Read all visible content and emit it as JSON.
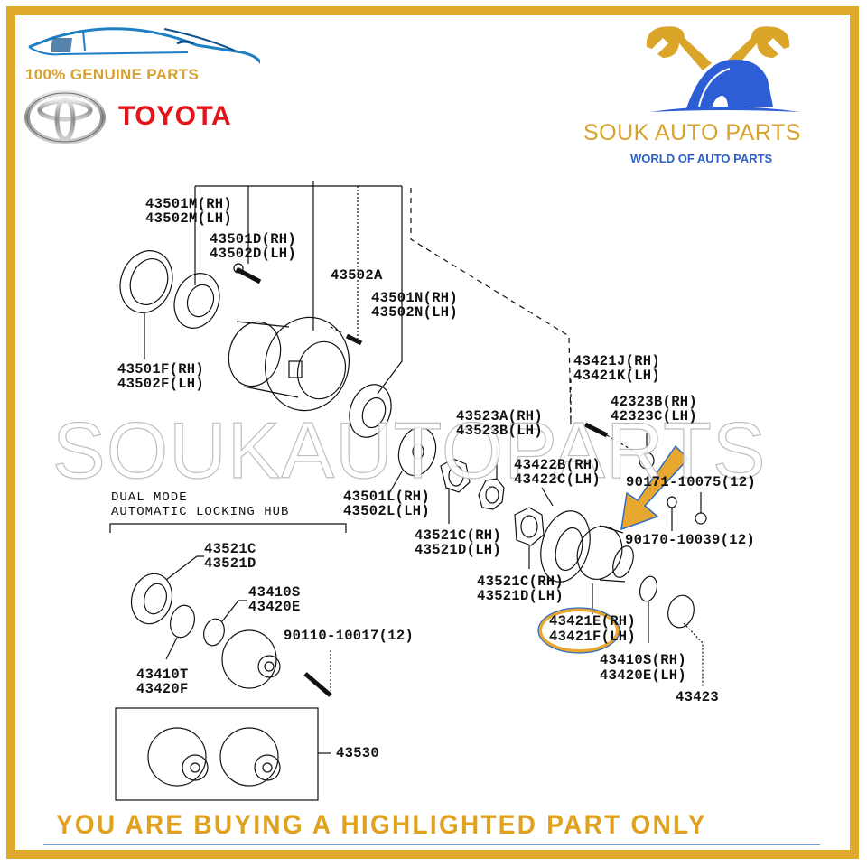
{
  "branding": {
    "genuine_text": "100% GENUINE PARTS",
    "oem_brand": "TOYOTA",
    "seller_name": "SOUK AUTO PARTS",
    "seller_tagline": "WORLD OF AUTO PARTS",
    "watermark": "SOUKAUTOPARTS",
    "colors": {
      "frame": "#e0a92c",
      "toyota_red": "#e4141b",
      "seller_gold": "#d9a22c",
      "seller_blue": "#2b5fc7",
      "highlight_arrow": "#e8a830",
      "highlight_outline": "#2f6bc4"
    }
  },
  "diagram": {
    "section_title_line1": "DUAL MODE",
    "section_title_line2": "AUTOMATIC LOCKING HUB",
    "labels": {
      "p43501M": "43501M(RH)",
      "p43502M": "43502M(LH)",
      "p43501D": "43501D(RH)",
      "p43502D": "43502D(LH)",
      "p43502A": "43502A",
      "p43501N": "43501N(RH)",
      "p43502N": "43502N(LH)",
      "p43501F": "43501F(RH)",
      "p43502F": "43502F(LH)",
      "p43421J": "43421J(RH)",
      "p43421K": "43421K(LH)",
      "p42323B": "42323B(RH)",
      "p42323C": "42323C(LH)",
      "p43523A": "43523A(RH)",
      "p43523B": "43523B(LH)",
      "p43422B": "43422B(RH)",
      "p43422C": "43422C(LH)",
      "p90_10075": "90171-10075(12)",
      "p43501L": "43501L(RH)",
      "p43502L": "43502L(LH)",
      "p43521C_a": "43521C(RH)",
      "p43521D_a": "43521D(LH)",
      "p90_10039": "90170-10039(12)",
      "p43521C_b": "43521C(RH)",
      "p43521D_b": "43521D(LH)",
      "p43421E": "43421E(RH)",
      "p43421F": "43421F(LH)",
      "p43410S_b": "43410S(RH)",
      "p43420E_b": "43420E(LH)",
      "p43423": "43423",
      "hub_43521C": "43521C",
      "hub_43521D": "43521D",
      "hub_43410S": "43410S",
      "hub_43420E": "43420E",
      "hub_90110": "90110-10017(12)",
      "hub_43410T": "43410T",
      "hub_43420F": "43420F",
      "hub_43530": "43530"
    },
    "highlighted_part": [
      "43421E(RH)",
      "43421F(LH)"
    ]
  },
  "footer": {
    "notice": "YOU ARE BUYING A HIGHLIGHTED PART ONLY"
  }
}
